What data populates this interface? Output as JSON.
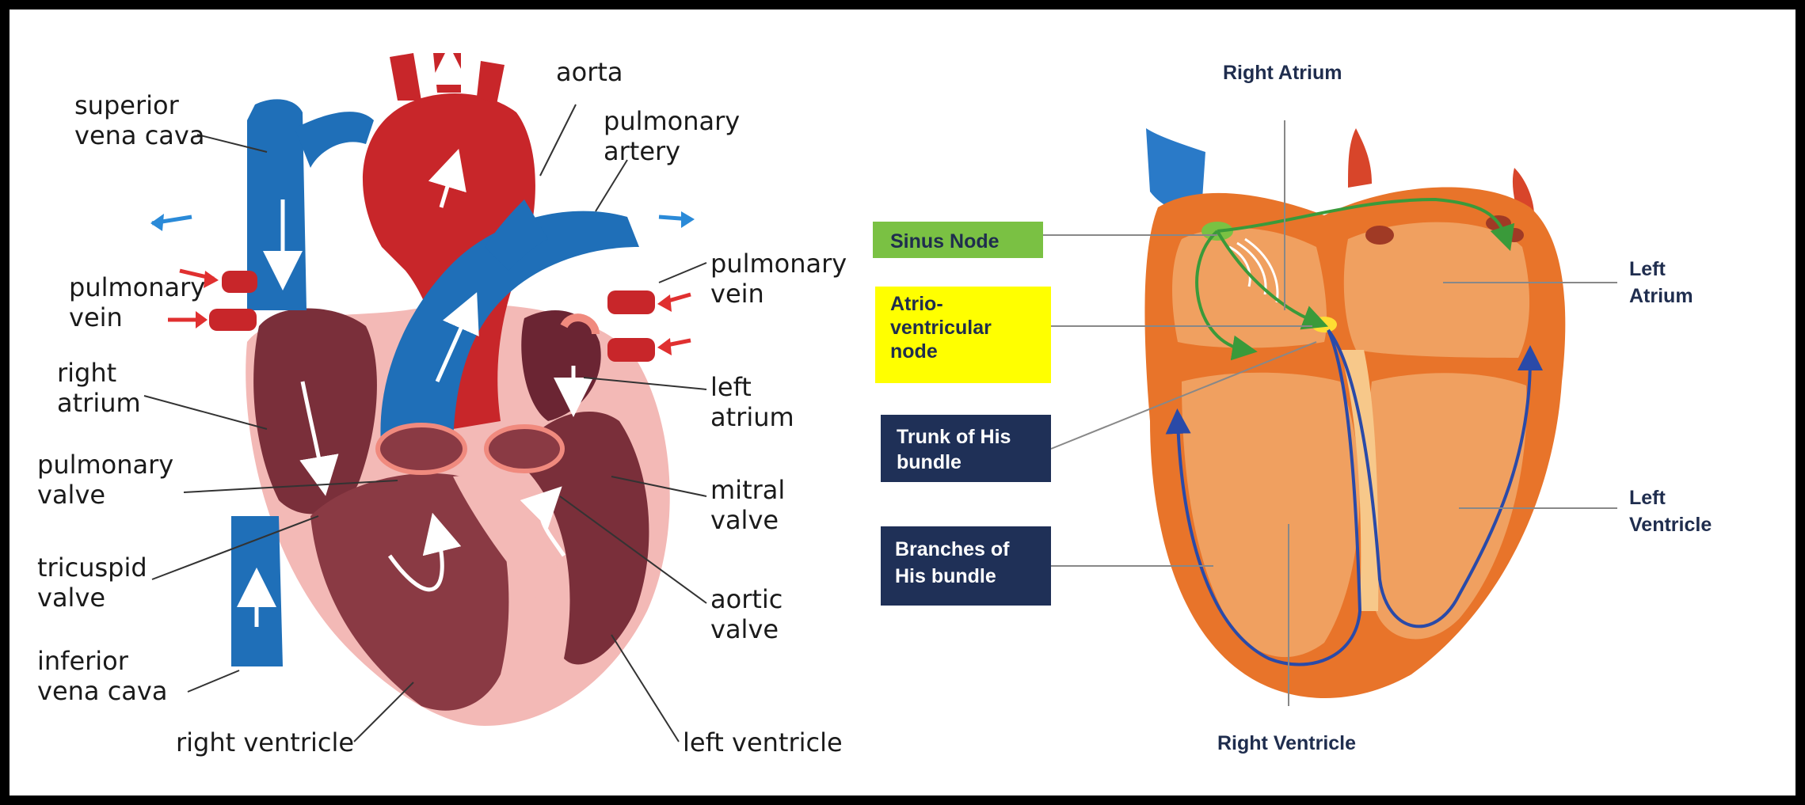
{
  "left_labels": {
    "aorta": [
      "aorta"
    ],
    "superior_vena_cava": [
      "superior",
      "vena cava"
    ],
    "pulmonary_artery": [
      "pulmonary",
      "artery"
    ],
    "pulmonary_vein_left": [
      "pulmonary",
      "vein"
    ],
    "pulmonary_vein_right": [
      "pulmonary",
      "vein"
    ],
    "right_atrium": [
      "right",
      "atrium"
    ],
    "left_atrium": [
      "left",
      "atrium"
    ],
    "pulmonary_valve": [
      "pulmonary",
      "valve"
    ],
    "mitral_valve": [
      "mitral",
      "valve"
    ],
    "tricuspid_valve": [
      "tricuspid",
      "valve"
    ],
    "aortic_valve": [
      "aortic",
      "valve"
    ],
    "inferior_vena_cava": [
      "inferior",
      "vena cava"
    ],
    "right_ventricle": [
      "right ventricle"
    ],
    "left_ventricle": [
      "left ventricle"
    ]
  },
  "right_labels": {
    "right_atrium": "Right Atrium",
    "left_atrium": [
      "Left",
      "Atrium"
    ],
    "left_ventricle": [
      "Left",
      "Ventricle"
    ],
    "right_ventricle": "Right Ventricle"
  },
  "boxes": {
    "sinus_node": {
      "lines": [
        "Sinus Node"
      ],
      "fill": "#7ac143",
      "text_color": "#1f2d4e"
    },
    "av_node": {
      "lines": [
        "Atrio-",
        "ventricular",
        "node"
      ],
      "fill": "#ffff00",
      "text_color": "#1f2d4e"
    },
    "trunk_his": {
      "lines": [
        "Trunk of His",
        "bundle"
      ],
      "fill": "#1f3057",
      "text_color": "#ffffff"
    },
    "branches_his": {
      "lines": [
        "Branches of",
        "His bundle"
      ],
      "fill": "#1f3057",
      "text_color": "#ffffff"
    }
  },
  "colors": {
    "vein_blue": "#1f6fb8",
    "artery_red": "#c8262a",
    "chamber_dark": "#7a2f3a",
    "myocardium_orange": "#e8742a",
    "conduction_green": "#3a9a3a",
    "conduction_blue": "#2a4aa8"
  }
}
